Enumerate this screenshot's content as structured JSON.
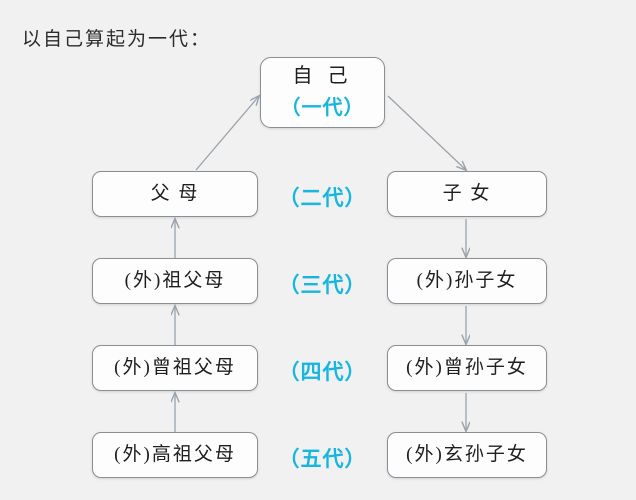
{
  "heading": "以自己算起为一代：",
  "colors": {
    "background": "#f1f1f1",
    "accent": "#17b6e0",
    "box_border": "#8a8f96",
    "box_fill": "#fdfdfd",
    "text": "#1e1e1e",
    "arrow": "#9aa3ad"
  },
  "self_node": {
    "label": "自 己",
    "generation": "（一代）"
  },
  "generations": [
    {
      "gen": "（二代）",
      "ancestor": "父  母",
      "descendant": "子  女"
    },
    {
      "gen": "（三代）",
      "ancestor": "(外)祖父母",
      "descendant": "(外)孙子女"
    },
    {
      "gen": "（四代）",
      "ancestor": "(外)曾祖父母",
      "descendant": "(外)曾孙子女"
    },
    {
      "gen": "（五代）",
      "ancestor": "(外)高祖父母",
      "descendant": "(外)玄孙子女"
    }
  ]
}
